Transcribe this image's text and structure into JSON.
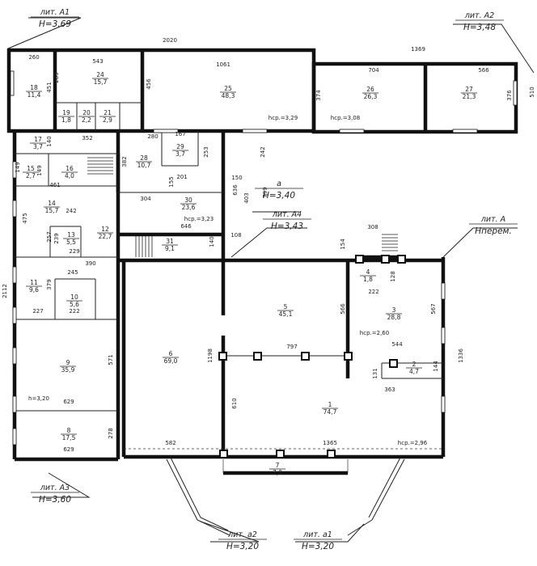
{
  "tags": [
    {
      "id": "tag-lit-a1",
      "lit": "лит. А1",
      "h": "Н=3,69"
    },
    {
      "id": "tag-lit-a2",
      "lit": "лит. А2",
      "h": "Н=3,48"
    },
    {
      "id": "tag-a",
      "lit": "а",
      "h": "Н=3,40"
    },
    {
      "id": "tag-lit-a4",
      "lit": "лит. А4",
      "h": "Н=3,43"
    },
    {
      "id": "tag-lit-a",
      "lit": "лит. А",
      "h": "Нперем."
    },
    {
      "id": "tag-lit-a3",
      "lit": "лит. А3",
      "h": "Н=3,60"
    },
    {
      "id": "tag-lit-a2-small",
      "lit": "лит. а2",
      "h": "Н=3,20"
    },
    {
      "id": "tag-lit-a1-small",
      "lit": "лит. а1",
      "h": "Н=3,20"
    }
  ],
  "rooms": [
    {
      "n": "18",
      "area": "11,4"
    },
    {
      "n": "24",
      "area": "15,7"
    },
    {
      "n": "25",
      "area": "48,3"
    },
    {
      "n": "26",
      "area": "26,3"
    },
    {
      "n": "27",
      "area": "21,3"
    },
    {
      "n": "19",
      "area": "1,8"
    },
    {
      "n": "20",
      "area": "2,2"
    },
    {
      "n": "21",
      "area": "2,9"
    },
    {
      "n": "17",
      "area": "3,7"
    },
    {
      "n": "29",
      "area": "3,7"
    },
    {
      "n": "28",
      "area": "10,7"
    },
    {
      "n": "15",
      "area": "2,7"
    },
    {
      "n": "16",
      "area": "4,0"
    },
    {
      "n": "30",
      "area": "23,6"
    },
    {
      "n": "14",
      "area": "15,7"
    },
    {
      "n": "13",
      "area": "5,5"
    },
    {
      "n": "12",
      "area": "22,7"
    },
    {
      "n": "31",
      "area": "9,1"
    },
    {
      "n": "11",
      "area": "9,6"
    },
    {
      "n": "10",
      "area": "5,6"
    },
    {
      "n": "4",
      "area": "1,8"
    },
    {
      "n": "5",
      "area": "45,1"
    },
    {
      "n": "3",
      "area": "28,8"
    },
    {
      "n": "6",
      "area": "69,0"
    },
    {
      "n": "9",
      "area": "35,9"
    },
    {
      "n": "2",
      "area": "4,7"
    },
    {
      "n": "1",
      "area": "74,7"
    },
    {
      "n": "8",
      "area": "17,5"
    },
    {
      "n": "7",
      "area": "7,0"
    }
  ],
  "dimensions": [
    "2020",
    "1369",
    "260",
    "543",
    "1061",
    "704",
    "566",
    "289",
    "451",
    "456",
    "374",
    "376",
    "510",
    "280",
    "352",
    "167",
    "253",
    "140",
    "382",
    "242",
    "150",
    "636",
    "799",
    "403",
    "461",
    "201",
    "155",
    "304",
    "475",
    "242",
    "257",
    "239",
    "229",
    "646",
    "140",
    "108",
    "154",
    "308",
    "390",
    "245",
    "379",
    "128",
    "222",
    "227",
    "222",
    "566",
    "567",
    "2112",
    "571",
    "1198",
    "797",
    "544",
    "1336",
    "131",
    "144",
    "363",
    "610",
    "629",
    "629",
    "278",
    "582",
    "1365",
    "149",
    "149"
  ],
  "heights": [
    {
      "id": "hs-329",
      "text": "hср.=3,29"
    },
    {
      "id": "hs-308",
      "text": "hср.=3,08"
    },
    {
      "id": "hs-323",
      "text": "hср.=3,23"
    },
    {
      "id": "hs-260",
      "text": "hср.=2,60"
    },
    {
      "id": "hs-296",
      "text": "hср.=2,96"
    },
    {
      "id": "h-320",
      "text": "h=3,20"
    }
  ]
}
